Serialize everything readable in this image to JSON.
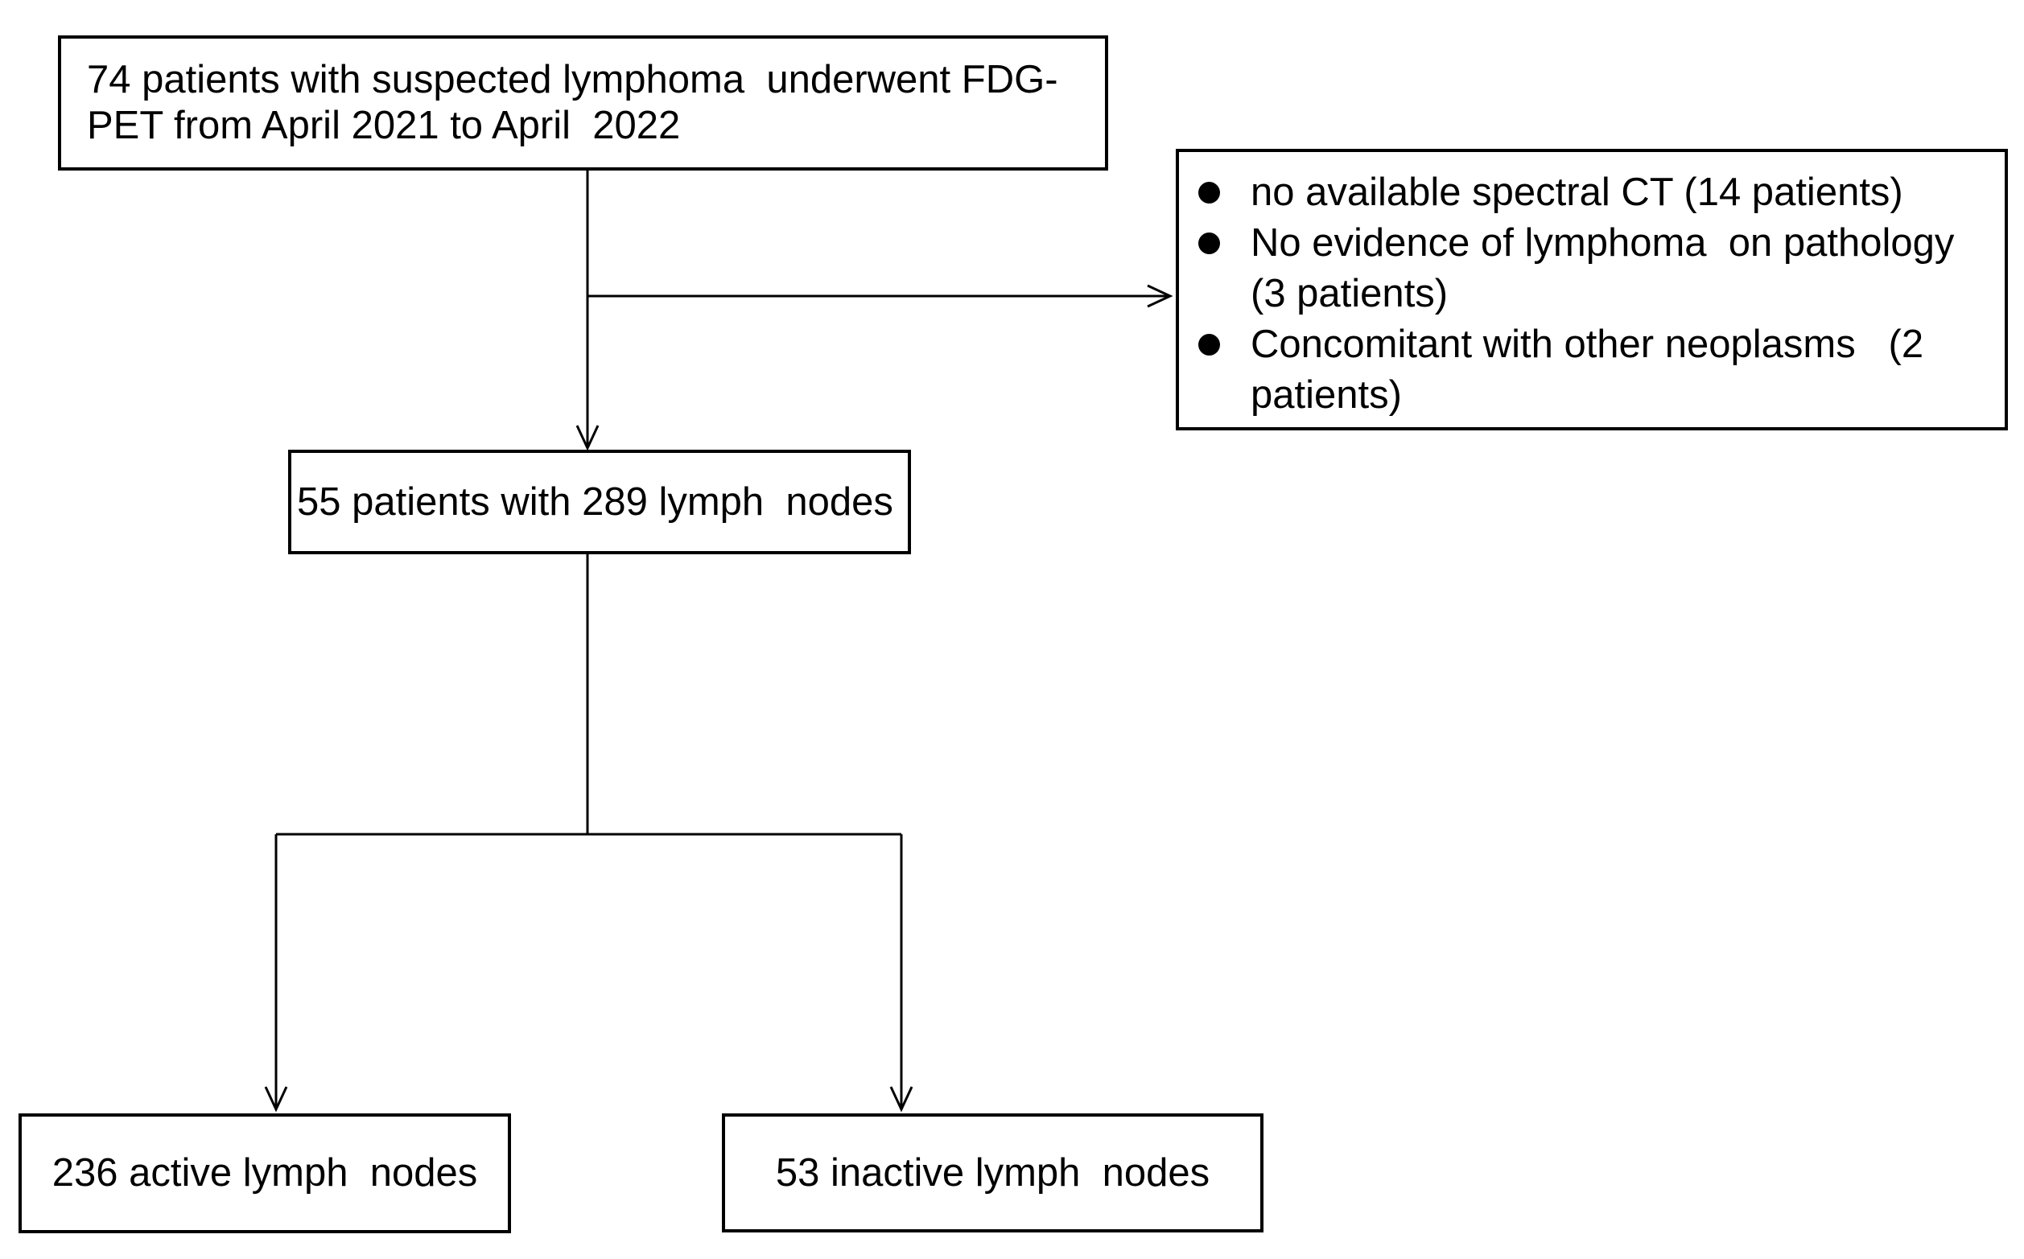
{
  "colors": {
    "ink": "#000000",
    "background": "#ffffff"
  },
  "flowchart": {
    "box_initial": {
      "lines": [
        "74 patients with suspected lymphoma  underwent FDG-",
        "PET from April 2021 to April  2022"
      ]
    },
    "box_exclusions": {
      "items": [
        {
          "lines": [
            "no available spectral CT (14 patients)"
          ]
        },
        {
          "lines": [
            "No evidence of lymphoma  on pathology",
            "(3 patients)"
          ]
        },
        {
          "lines": [
            "Concomitant with other neoplasms   (2",
            "patients)"
          ]
        }
      ]
    },
    "box_included": {
      "text": "55 patients with 289 lymph  nodes"
    },
    "box_active": {
      "text": "236 active lymph  nodes"
    },
    "box_inactive": {
      "text": "53 inactive lymph  nodes"
    }
  }
}
